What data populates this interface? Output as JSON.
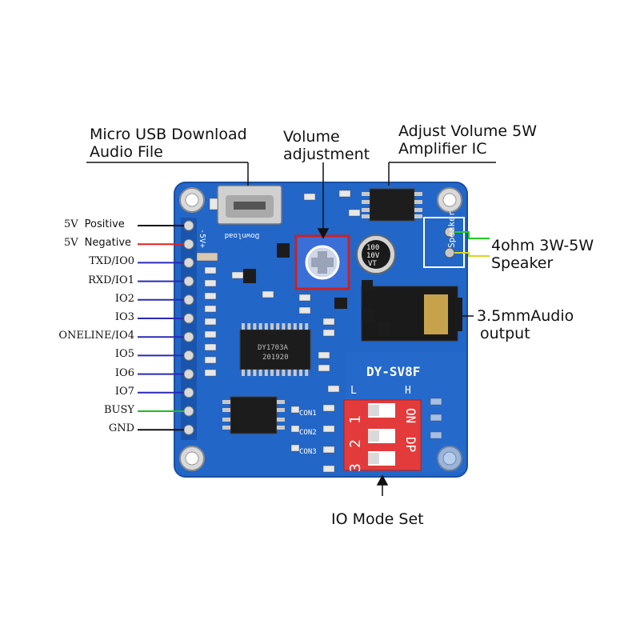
{
  "callouts": {
    "usb_line1": "Micro USB Download",
    "usb_line2": "Audio File",
    "volume_line1": "Volume",
    "volume_line2": "adjustment",
    "amp_line1": "Adjust Volume 5W",
    "amp_line2": "Amplifier IC",
    "speaker_line1": "4ohm 3W-5W",
    "speaker_line2": "Speaker",
    "audio_line1": "3.5mmAudio",
    "audio_line2": "output",
    "iomode": "IO Mode Set"
  },
  "pins": [
    {
      "label": "5V",
      "sub": "Positive",
      "color": "#111111"
    },
    {
      "label": "5V",
      "sub": "Negative",
      "color": "#e02020"
    },
    {
      "label": "TXD/IO0",
      "sub": "",
      "color": "#2a2ab8"
    },
    {
      "label": "RXD/IO1",
      "sub": "",
      "color": "#2a2ab8"
    },
    {
      "label": "IO2",
      "sub": "",
      "color": "#2a2ab8"
    },
    {
      "label": "IO3",
      "sub": "",
      "color": "#2a2ab8"
    },
    {
      "label": "ONELINE/IO4",
      "sub": "",
      "color": "#2a2ab8"
    },
    {
      "label": "IO5",
      "sub": "",
      "color": "#2a2ab8"
    },
    {
      "label": "IO6",
      "sub": "",
      "color": "#2a2ab8"
    },
    {
      "label": "IO7",
      "sub": "",
      "color": "#2a2ab8"
    },
    {
      "label": "BUSY",
      "sub": "",
      "color": "#22bb22"
    },
    {
      "label": "GND",
      "sub": "",
      "color": "#111111"
    }
  ],
  "board": {
    "name": "DY-SV8F",
    "silk_download": "Download",
    "silk_speaker": "Speaker",
    "silk_5v": "-5V+",
    "chip_main_line1": "DY1703A",
    "chip_main_line2": "201920",
    "switch_labels": [
      "1",
      "2",
      "3"
    ],
    "switch_on": "ON",
    "switch_dp": "DP",
    "switch_L": "L",
    "switch_H": "H",
    "con_labels": [
      "CON1",
      "CON2",
      "CON3"
    ],
    "cap_label_1": "100",
    "cap_label_2": "10V",
    "cap_label_3": "VT"
  },
  "colors": {
    "board_blue": "#2266c8",
    "board_dark": "#1a55ad",
    "speaker_wire_green": "#22cc22",
    "speaker_wire_yellow": "#d6d620",
    "switch_red": "#e33b3b",
    "pot_blue": "#3b6fd8"
  }
}
